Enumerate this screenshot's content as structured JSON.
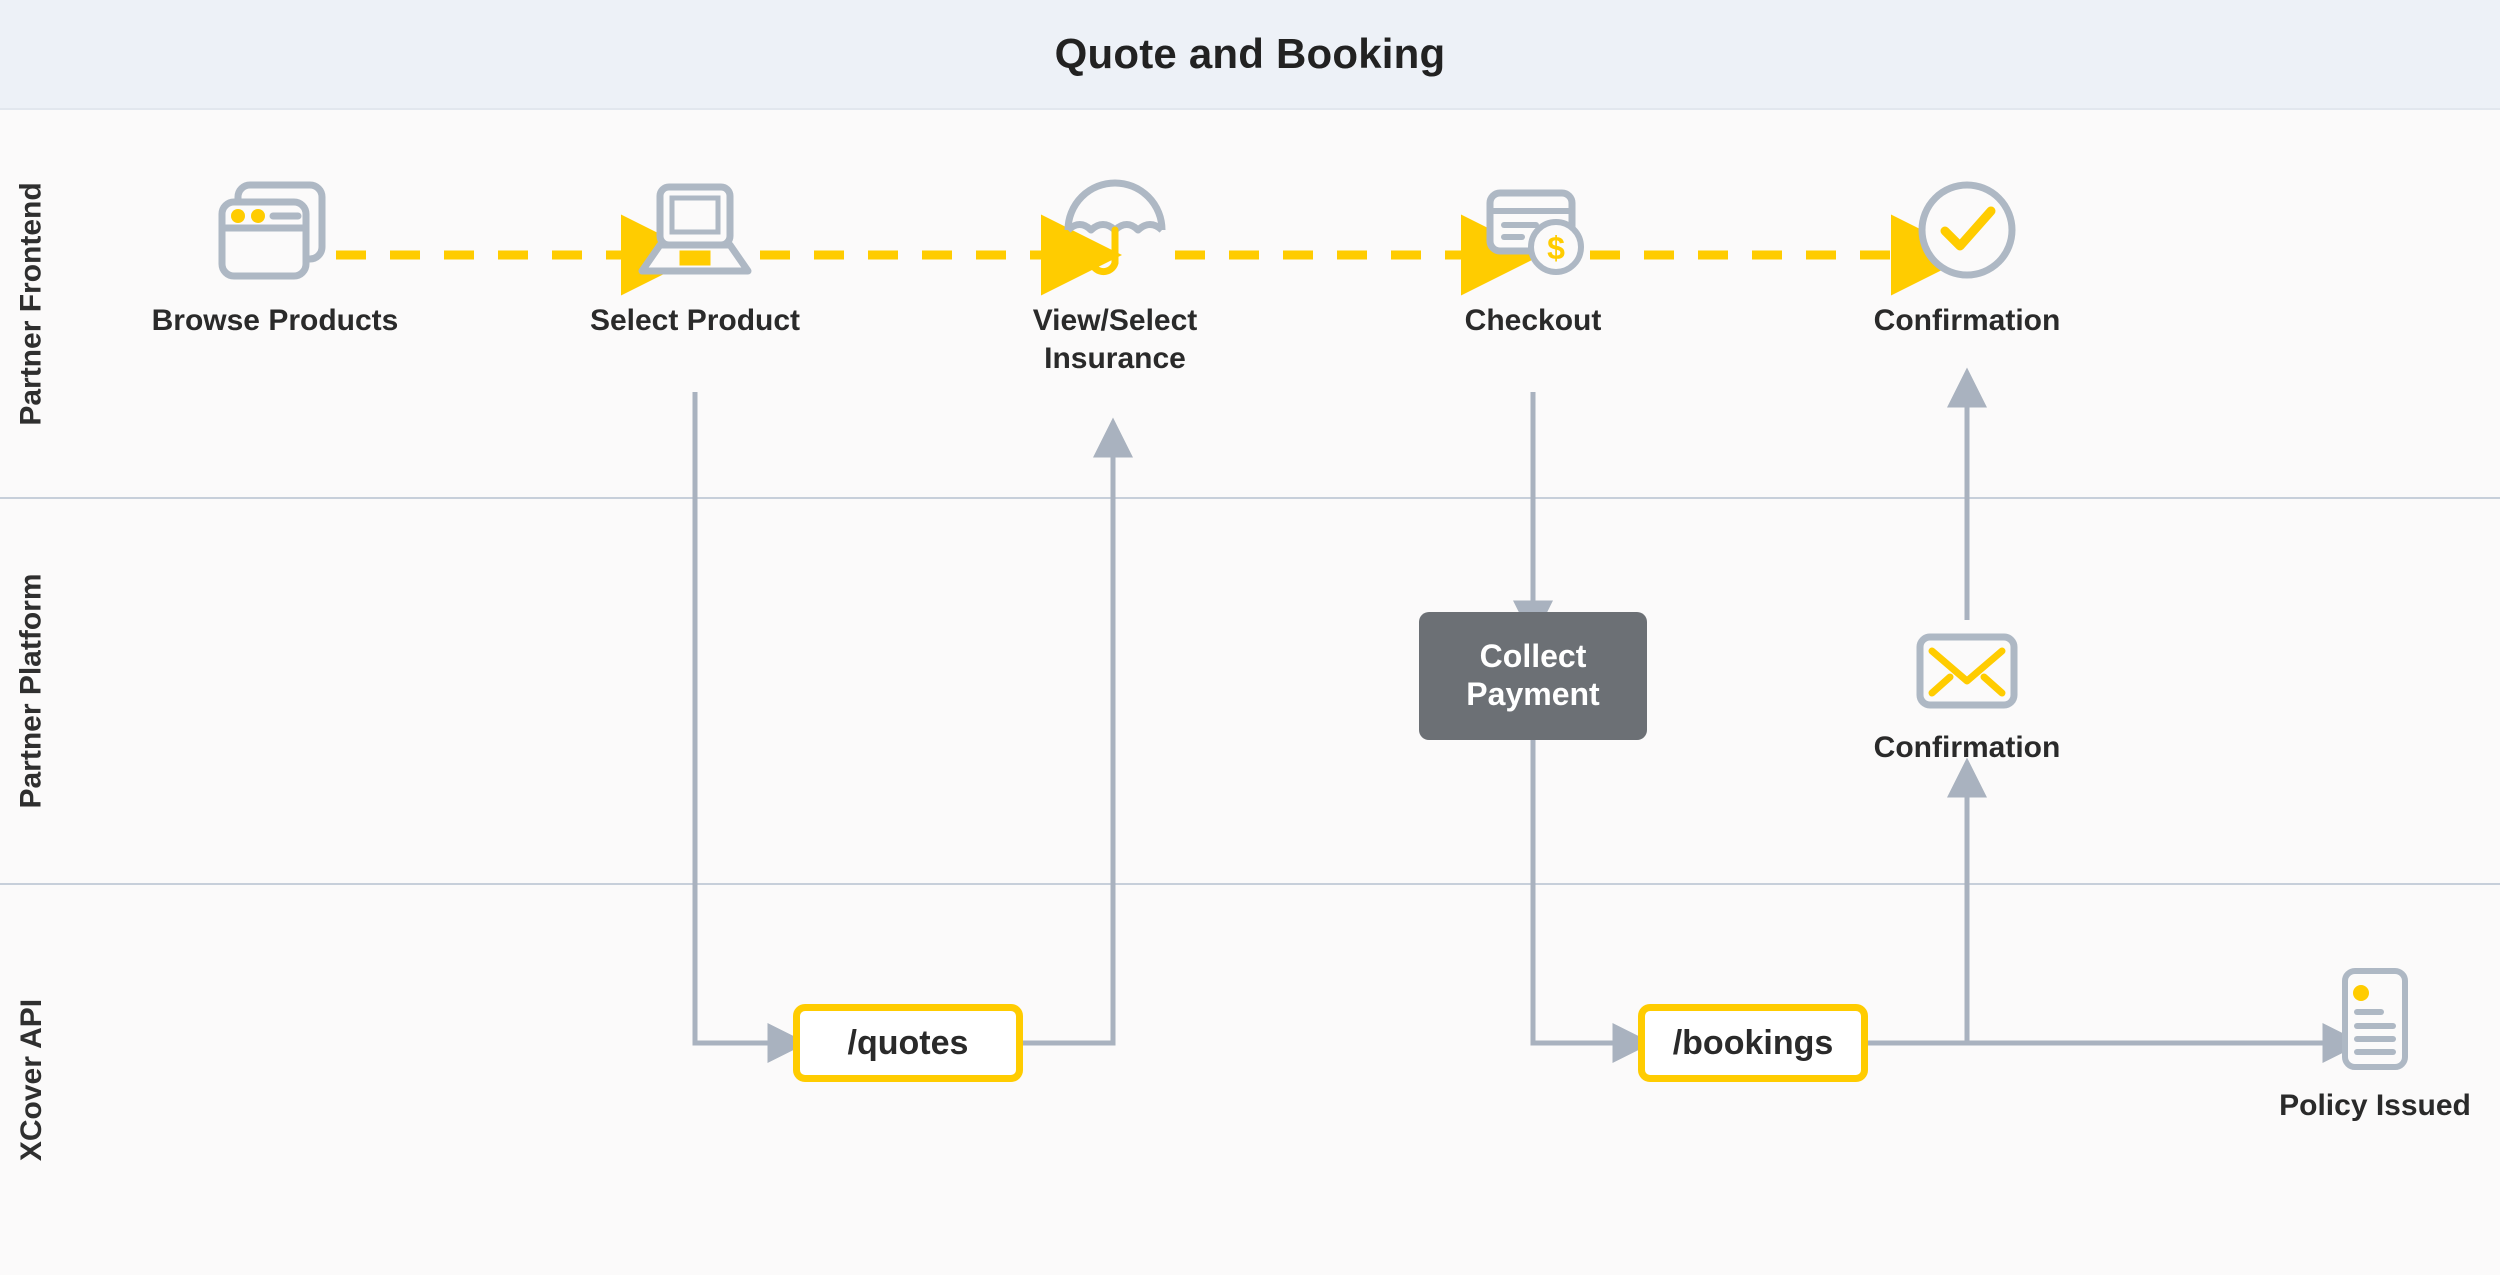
{
  "header": {
    "title": "Quote and Booking",
    "band_color": "#EDF1F7"
  },
  "theme": {
    "background": "#FBFAFA",
    "accent_yellow": "#FFCC00",
    "icon_gray": "#AEB8C4",
    "connector_gray": "#A9B2BF",
    "process_box_gray": "#6C7075",
    "text_dark": "#2A2A2A"
  },
  "lanes": [
    {
      "id": "partner-frontend",
      "label": "Partner Frontend"
    },
    {
      "id": "partner-platform",
      "label": "Partner Platform"
    },
    {
      "id": "xcover-api",
      "label": "XCover API"
    }
  ],
  "frontend_nodes": [
    {
      "id": "browse-products",
      "label": "Browse Products",
      "icon": "browser-windows-icon"
    },
    {
      "id": "select-product",
      "label": "Select Product",
      "icon": "laptop-icon"
    },
    {
      "id": "view-insurance",
      "label": "View/Select\nInsurance",
      "icon": "umbrella-icon"
    },
    {
      "id": "checkout",
      "label": "Checkout",
      "icon": "credit-card-dollar-icon"
    },
    {
      "id": "confirmation-top",
      "label": "Confirmation",
      "icon": "check-circle-icon"
    }
  ],
  "platform_nodes": [
    {
      "id": "collect-payment",
      "label": "Collect Payment",
      "type": "process-box"
    },
    {
      "id": "confirmation-email",
      "label": "Confirmation",
      "icon": "envelope-icon"
    }
  ],
  "api_nodes": [
    {
      "id": "quotes-endpoint",
      "label": "/quotes"
    },
    {
      "id": "bookings-endpoint",
      "label": "/bookings"
    },
    {
      "id": "policy-issued",
      "label": "Policy Issued",
      "icon": "document-icon"
    }
  ],
  "flows": {
    "frontend_sequence": [
      "Browse Products",
      "Select Product",
      "View/Select Insurance",
      "Checkout",
      "Confirmation"
    ],
    "connections": [
      {
        "from": "Select Product",
        "to": "/quotes",
        "style": "solid-gray"
      },
      {
        "from": "/quotes",
        "to": "View/Select Insurance",
        "style": "solid-gray"
      },
      {
        "from": "Checkout",
        "to": "Collect Payment",
        "style": "solid-gray"
      },
      {
        "from": "Collect Payment",
        "to": "/bookings",
        "style": "solid-gray"
      },
      {
        "from": "/bookings",
        "to": "Confirmation (email)",
        "style": "solid-gray"
      },
      {
        "from": "Confirmation (email)",
        "to": "Confirmation",
        "style": "solid-gray"
      },
      {
        "from": "/bookings",
        "to": "Policy Issued",
        "style": "solid-gray"
      }
    ]
  },
  "collect_payment_lines": [
    "Collect",
    "Payment"
  ],
  "view_insurance_lines": [
    "View/Select",
    "Insurance"
  ]
}
